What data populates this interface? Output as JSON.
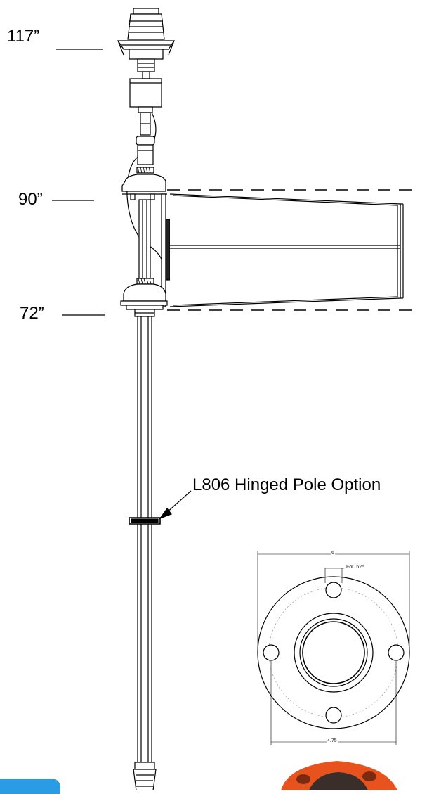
{
  "heights": {
    "top": "117”",
    "upper": "90”",
    "lower": "72”"
  },
  "callout": {
    "label": "L806 Hinged Pole Option"
  },
  "flange": {
    "outer_dimension": "6",
    "bolt_spacing": "4.75",
    "hole_note": "For .625"
  },
  "colors": {
    "line": "#000000",
    "badge": "#2a9ce6",
    "flange_photo": "#e8521c"
  }
}
